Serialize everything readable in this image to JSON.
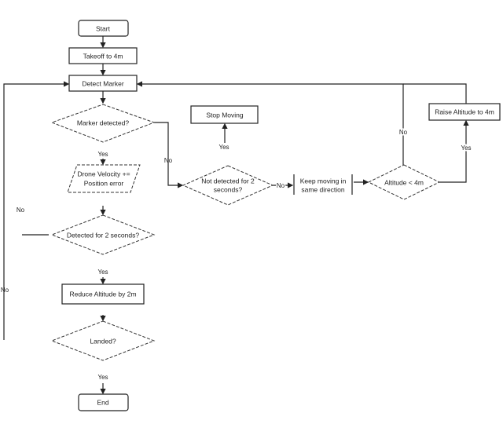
{
  "nodes": {
    "start": "Start",
    "takeoff": "Takeoff to 4m",
    "detect_marker": "Detect Marker",
    "marker_detected": "Marker detected?",
    "velocity_line1": "Drone Velocity +=",
    "velocity_line2": "Position error",
    "detected_2s": "Detected for 2 seconds?",
    "reduce_altitude": "Reduce Altitude by 2m",
    "landed": "Landed?",
    "end": "End",
    "not_detected_line1": "Not detected for 2",
    "not_detected_line2": "seconds?",
    "stop_moving": "Stop Moving",
    "keep_moving_line1": "Keep moving in",
    "keep_moving_line2": "same direction",
    "altitude_check": "Altitude < 4m",
    "raise_altitude": "Raise Altitude to 4m"
  },
  "edges": {
    "marker_yes": "Yes",
    "marker_no": "No",
    "detected2s_no": "No",
    "detected2s_yes": "Yes",
    "landed_no": "No",
    "landed_yes": "Yes",
    "notdetected_yes": "Yes",
    "notdetected_no": "No",
    "altitude_no": "No",
    "altitude_yes": "Yes"
  }
}
